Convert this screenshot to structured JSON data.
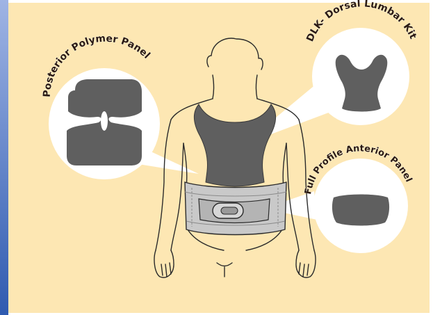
{
  "labels": {
    "posterior_panel": "Posterior Polymer Panel",
    "dlk_kit": "DLK- Dorsal Lumbar Kit",
    "anterior_panel": "Full Profile Anterior Panel"
  },
  "colors": {
    "background": "#fde7b3",
    "side_stripe_top": "#9fb4e4",
    "side_stripe_bottom": "#2f5bb0",
    "panel_fill": "#5f5f5f",
    "belt_fill": "#c9c9c9",
    "callout_fill": "#ffffff",
    "outline": "#2a2a2a"
  },
  "icons": {
    "figure": "human-torso-outline",
    "belt": "lumbar-brace-belt",
    "posterior_panel": "posterior-panel-shape",
    "dlk_panel": "dorsal-lumbar-panel-shape",
    "anterior_panel": "anterior-panel-shape"
  }
}
